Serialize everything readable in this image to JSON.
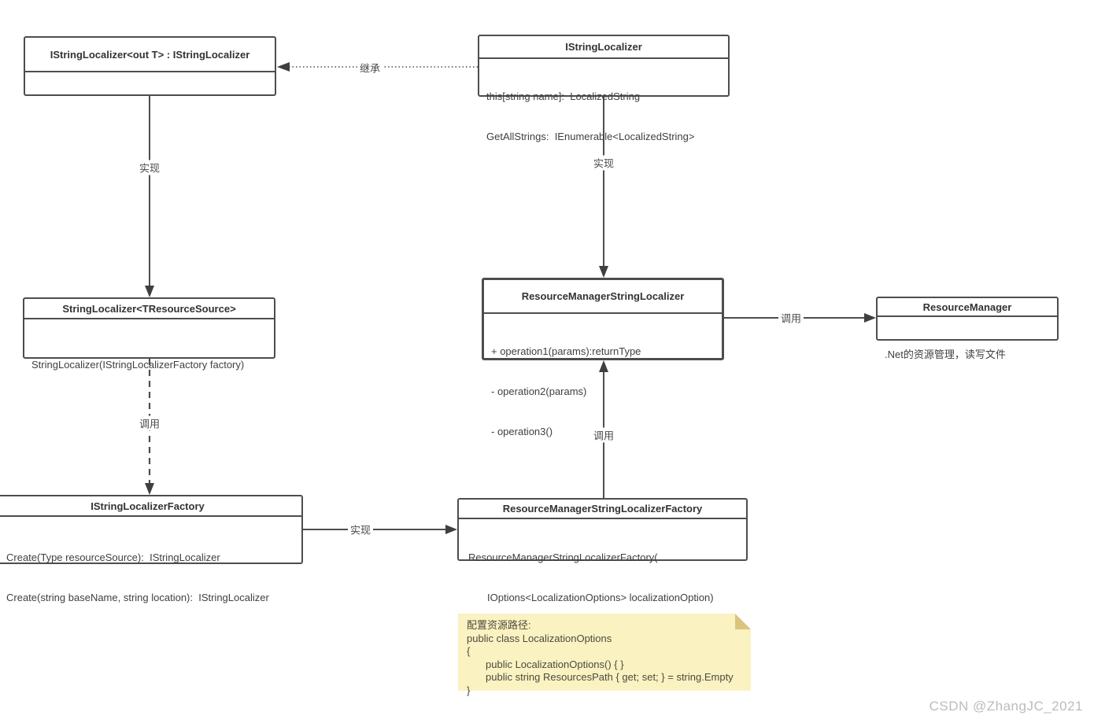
{
  "diagram": {
    "nodes": [
      {
        "title": "IStringLocalizer<out T> : IStringLocalizer",
        "members": []
      },
      {
        "title": "IStringLocalizer",
        "members": [
          "this[string name]:  LocalizedString",
          "GetAllStrings:  IEnumerable<LocalizedString>"
        ]
      },
      {
        "title": "StringLocalizer<TResourceSource>",
        "members": [
          "StringLocalizer(IStringLocalizerFactory factory)"
        ]
      },
      {
        "title": "ResourceManagerStringLocalizer",
        "members": [
          "+ operation1(params):returnType",
          "- operation2(params)",
          "- operation3()"
        ]
      },
      {
        "title": "ResourceManager",
        "members": [
          ".Net的资源管理，读写文件"
        ]
      },
      {
        "title": "IStringLocalizerFactory",
        "members": [
          "Create(Type resourceSource):  IStringLocalizer",
          "Create(string baseName, string location):  IStringLocalizer"
        ]
      },
      {
        "title": "ResourceManagerStringLocalizerFactory",
        "members": [
          "ResourceManagerStringLocalizerFactory(",
          "IOptions<LocalizationOptions> localizationOption)"
        ]
      }
    ],
    "edges": [
      {
        "name": "inherit",
        "label": "继承",
        "style": "dotted"
      },
      {
        "name": "realize-left",
        "label": "实现",
        "style": "solid"
      },
      {
        "name": "realize-center",
        "label": "实现",
        "style": "solid"
      },
      {
        "name": "call-factory",
        "label": "调用",
        "style": "dashed"
      },
      {
        "name": "call-resmgr",
        "label": "调用",
        "style": "solid"
      },
      {
        "name": "call-up",
        "label": "调用",
        "style": "solid"
      },
      {
        "name": "realize-bottom",
        "label": "实现",
        "style": "solid"
      }
    ],
    "note": {
      "lines": [
        "配置资源路径:",
        "public class LocalizationOptions",
        "{",
        "public LocalizationOptions() { }",
        "public string ResourcesPath { get; set; } = string.Empty",
        "}"
      ]
    },
    "watermark": "CSDN @ZhangJC_2021",
    "colors": {
      "line": "#4d4d4d",
      "note_bg": "#fbf2c1",
      "note_fold": "#d9c57e",
      "watermark": "#bcbcbc"
    }
  }
}
